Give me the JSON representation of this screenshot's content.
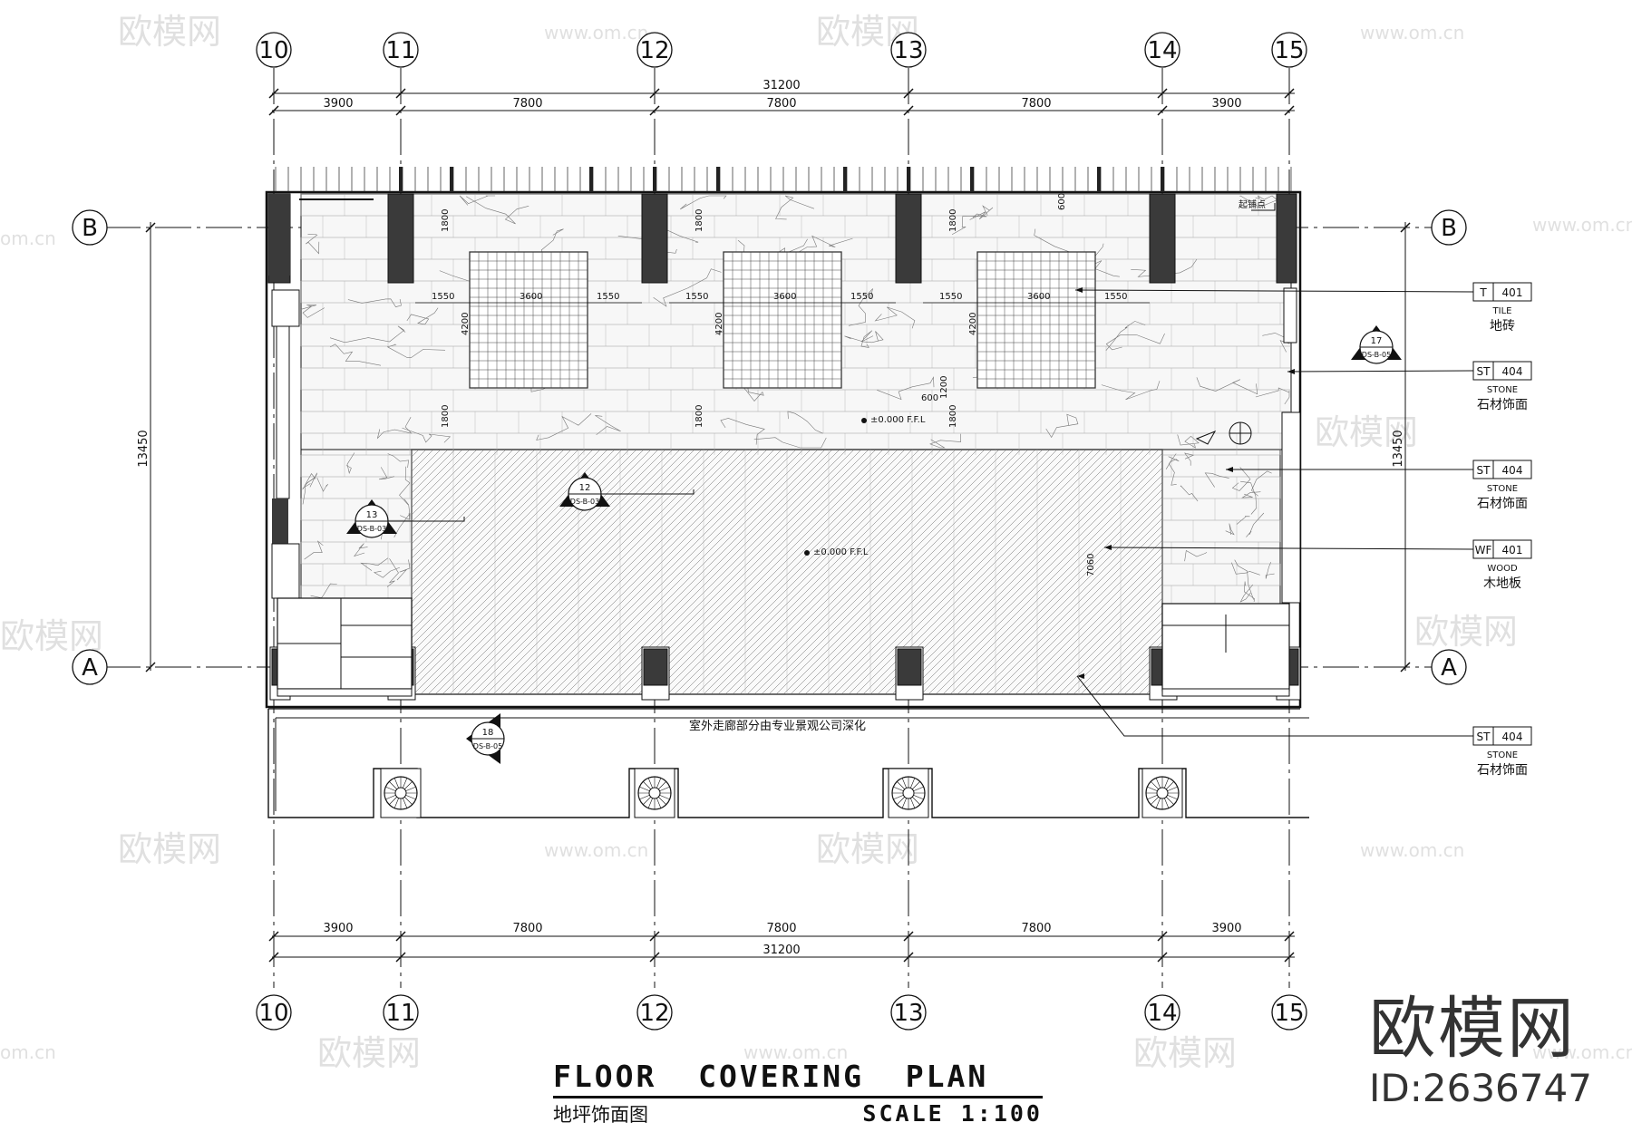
{
  "grid_columns": [
    "10",
    "11",
    "12",
    "13",
    "14",
    "15"
  ],
  "grid_rows": [
    "B",
    "A"
  ],
  "dimensions": {
    "overall": "31200",
    "segments": [
      "3900",
      "7800",
      "7800",
      "7800",
      "3900"
    ],
    "height": "13450"
  },
  "room_dims": {
    "panel_side": "1550",
    "panel_width": "3600",
    "panel_height": "4200",
    "offset_top": "1800",
    "offset_bottom": "1800",
    "small_600": "600",
    "small_1200": "1200",
    "wood_depth": "7060"
  },
  "levels": [
    "±0.000 F.F.L",
    "±0.000 F.F.L"
  ],
  "start_point_label": "起铺点",
  "tags": [
    {
      "code": "T",
      "num": "401",
      "en": "TILE",
      "cn": "地砖"
    },
    {
      "code": "ST",
      "num": "404",
      "en": "STONE",
      "cn": "石材饰面"
    },
    {
      "code": "ST",
      "num": "404",
      "en": "STONE",
      "cn": "石材饰面"
    },
    {
      "code": "WF",
      "num": "401",
      "en": "WOOD",
      "cn": "木地板"
    },
    {
      "code": "ST",
      "num": "404",
      "en": "STONE",
      "cn": "石材饰面"
    }
  ],
  "section_markers": [
    {
      "num": "13",
      "ref": "DS-B-03"
    },
    {
      "num": "12",
      "ref": "DS-B-03"
    },
    {
      "num": "17",
      "ref": "DS-B-05"
    },
    {
      "num": "18",
      "ref": "DS-B-05"
    }
  ],
  "note": "室外走廊部分由专业景观公司深化",
  "title": {
    "en": "FLOOR  COVERING  PLAN",
    "cn": "地坪饰面图",
    "scale": "SCALE 1:100"
  },
  "watermark": {
    "brand": "欧模网",
    "url": "www.om.cn",
    "url_short": "om.cn",
    "id": "ID:2636747"
  },
  "colors": {
    "ink": "#111111",
    "column_fill": "#3a3a3a",
    "watermark": "#c8c8c8"
  }
}
